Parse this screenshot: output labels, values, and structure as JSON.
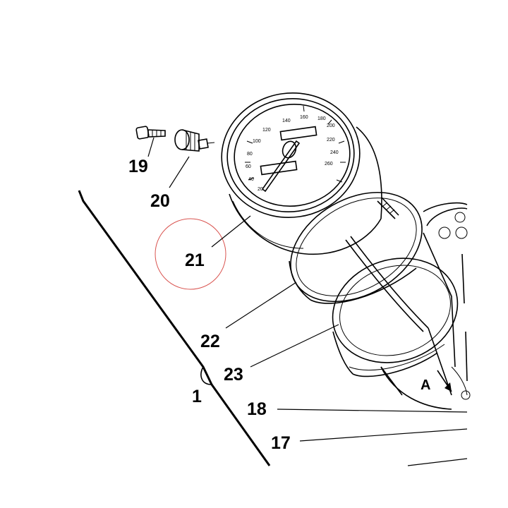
{
  "parts": {
    "p1": "1",
    "p17": "17",
    "p18": "18",
    "p19": "19",
    "p20": "20",
    "p21": "21",
    "p22": "22",
    "p23": "23",
    "detail_a": "A"
  },
  "highlight_color": "#d9534f",
  "dial": {
    "ticks": [
      "20",
      "40",
      "60",
      "80",
      "100",
      "120",
      "140",
      "160",
      "180",
      "200",
      "220",
      "240",
      "260"
    ]
  }
}
